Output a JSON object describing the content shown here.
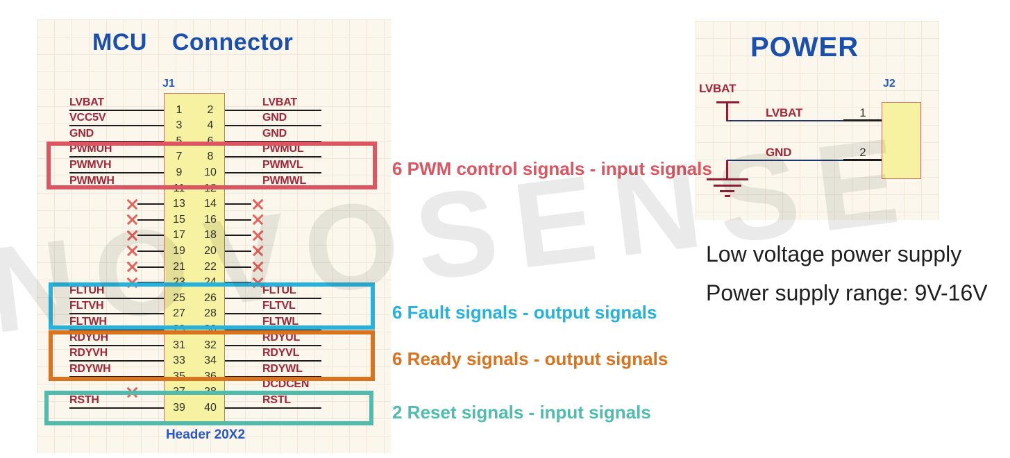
{
  "watermark": {
    "text": "NOVOSENSE"
  },
  "mcu": {
    "title": "MCU Connector",
    "refdes": "J1",
    "footprint": "Header 20X2",
    "rows": [
      {
        "pins": [
          "1",
          "2"
        ],
        "left": "LVBAT",
        "right": "LVBAT"
      },
      {
        "pins": [
          "3",
          "4"
        ],
        "left": "VCC5V",
        "right": "GND"
      },
      {
        "pins": [
          "5",
          "6"
        ],
        "left": "GND",
        "right": "GND"
      },
      {
        "pins": [
          "7",
          "8"
        ],
        "left": "PWMUH",
        "right": "PWMUL"
      },
      {
        "pins": [
          "9",
          "10"
        ],
        "left": "PWMVH",
        "right": "PWMVL"
      },
      {
        "pins": [
          "11",
          "12"
        ],
        "left": "PWMWH",
        "right": "PWMWL"
      },
      {
        "pins": [
          "13",
          "14"
        ],
        "left": null,
        "right": null
      },
      {
        "pins": [
          "15",
          "16"
        ],
        "left": null,
        "right": null
      },
      {
        "pins": [
          "17",
          "18"
        ],
        "left": null,
        "right": null
      },
      {
        "pins": [
          "19",
          "20"
        ],
        "left": null,
        "right": null
      },
      {
        "pins": [
          "21",
          "22"
        ],
        "left": null,
        "right": null
      },
      {
        "pins": [
          "23",
          "24"
        ],
        "left": null,
        "right": null
      },
      {
        "pins": [
          "25",
          "26"
        ],
        "left": "FLTUH",
        "right": "FLTUL"
      },
      {
        "pins": [
          "27",
          "28"
        ],
        "left": "FLTVH",
        "right": "FLTVL"
      },
      {
        "pins": [
          "29",
          "30"
        ],
        "left": "FLTWH",
        "right": "FLTWL"
      },
      {
        "pins": [
          "31",
          "32"
        ],
        "left": "RDYUH",
        "right": "RDYUL"
      },
      {
        "pins": [
          "33",
          "34"
        ],
        "left": "RDYVH",
        "right": "RDYVL"
      },
      {
        "pins": [
          "35",
          "36"
        ],
        "left": "RDYWH",
        "right": "RDYWL"
      },
      {
        "pins": [
          "37",
          "38"
        ],
        "left": null,
        "right": "DCDCEN"
      },
      {
        "pins": [
          "39",
          "40"
        ],
        "left": "RSTH",
        "right": "RSTL"
      }
    ],
    "groups": [
      {
        "label": "6 PWM control signals - input signals",
        "color": "#dc5560"
      },
      {
        "label": "6 Fault signals - output signals",
        "color": "#25b2dd"
      },
      {
        "label": "6 Ready signals - output signals",
        "color": "#d9731d"
      },
      {
        "label": "2 Reset signals - input signals",
        "color": "#4fbcae"
      }
    ]
  },
  "power": {
    "title": "POWER",
    "refdes": "J2",
    "port_label": "LVBAT",
    "nets": [
      {
        "label": "LVBAT",
        "pin": "1"
      },
      {
        "label": "GND",
        "pin": "2"
      }
    ],
    "notes": [
      "Low voltage power supply",
      "Power supply range: 9V-16V"
    ]
  },
  "colors": {
    "title_blue": "#1b4fad",
    "refdes_blue": "#2757c8",
    "net_label_red": "#a32638",
    "wire_black": "#1c1c1c",
    "wire_navy": "#1e3766",
    "symbol_maroon": "#921c30",
    "connector_fill": "#f7f2a1",
    "nc_x_red": "#e8625c",
    "watermark_gray": "#3a3a3a"
  }
}
